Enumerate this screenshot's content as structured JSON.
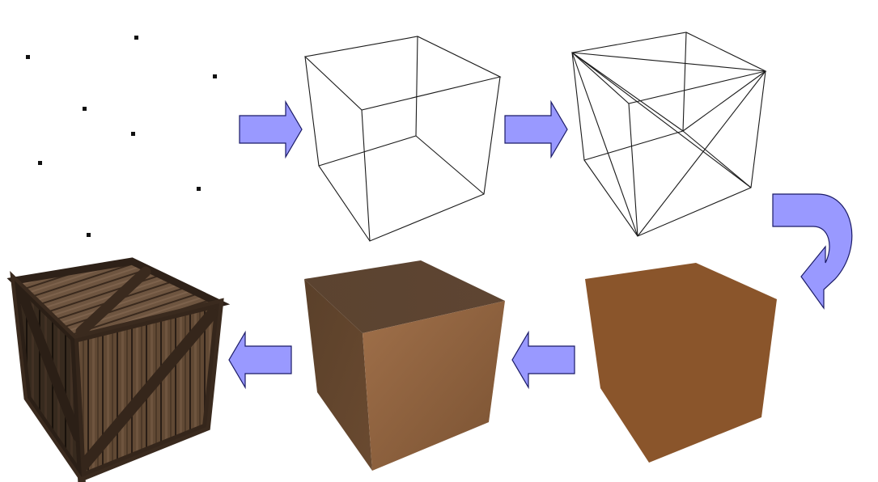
{
  "stages": [
    {
      "name": "points"
    },
    {
      "name": "wireframe"
    },
    {
      "name": "triangulated"
    },
    {
      "name": "flat-shaded"
    },
    {
      "name": "smooth-shaded"
    },
    {
      "name": "textured"
    }
  ],
  "colors": {
    "arrow_fill": "#9999ff",
    "arrow_stroke": "#1a1a66",
    "line": "#1a1a1a",
    "flat_face": "#8a552b",
    "smooth_front_light": "#9a6a45",
    "smooth_front_dark": "#7a5232",
    "smooth_left": "#5e432c",
    "smooth_top": "#5d4430",
    "wood_dark": "#2e2118",
    "wood_mid": "#5c4431",
    "wood_light": "#7a5d44",
    "strap": "#3a2a1e"
  }
}
